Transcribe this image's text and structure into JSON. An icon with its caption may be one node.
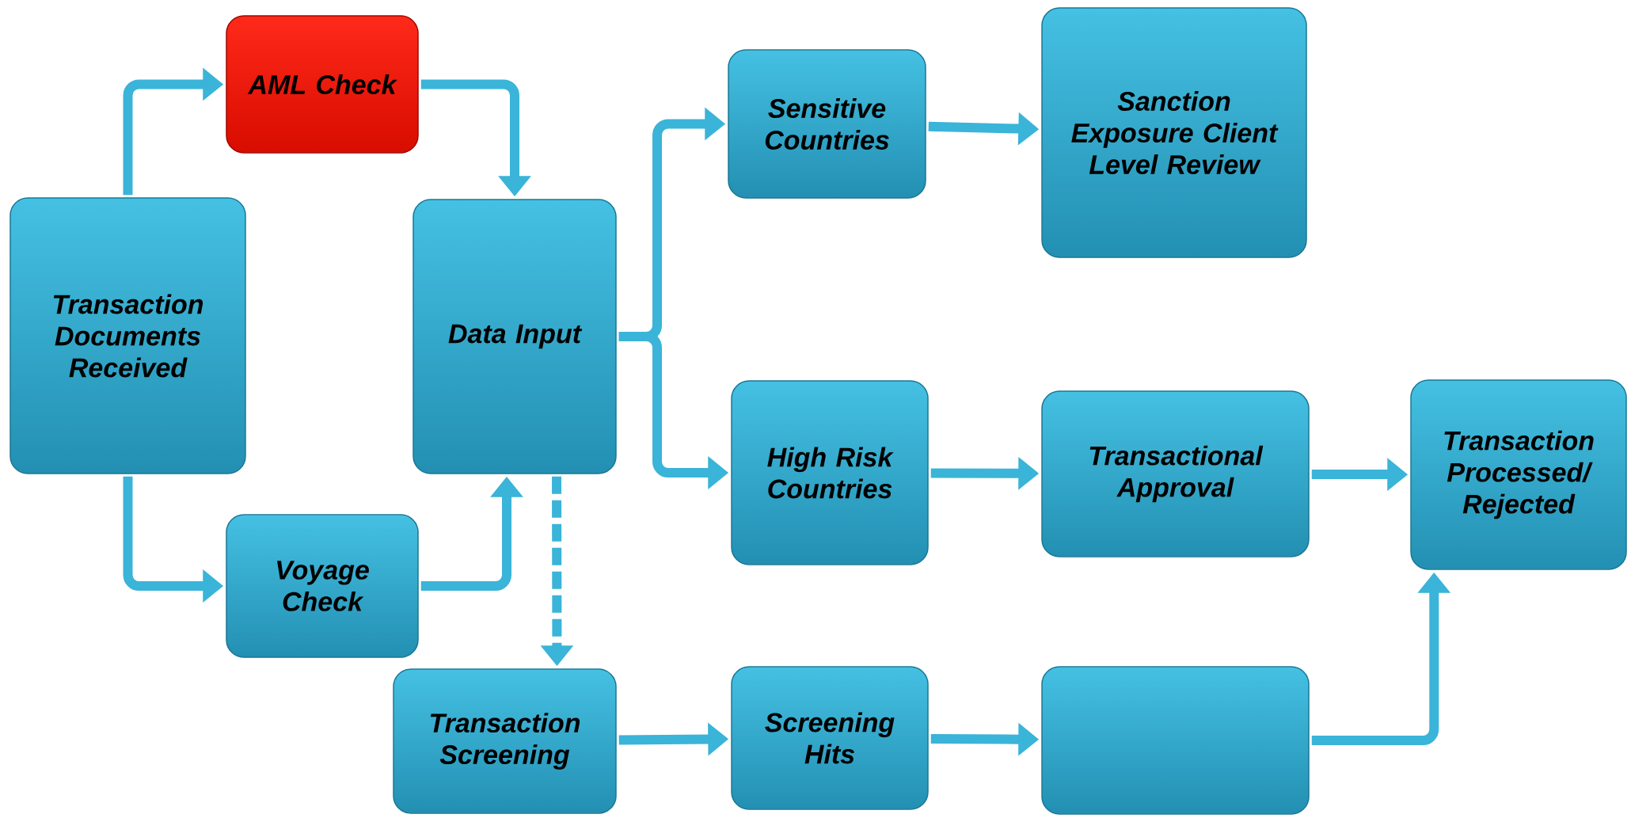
{
  "diagram": {
    "nodes": [
      {
        "text": [
          "Transaction Documents Received"
        ]
      },
      {
        "text": [
          "AML Check"
        ]
      },
      {
        "text": [
          "Voyage Check"
        ]
      },
      {
        "text": [
          "Data Input"
        ]
      },
      {
        "text": [
          "Sensitive Countries"
        ]
      },
      {
        "text": [
          "Sanction Exposure Client Level Review"
        ]
      },
      {
        "text": [
          "High Risk Countries"
        ]
      },
      {
        "text": [
          "Transactional Approval"
        ]
      },
      {
        "text": [
          "Transaction Processed/ Rejected"
        ]
      },
      {
        "text": [
          "Transaction Screening"
        ]
      },
      {
        "text": [
          "Screening Hits"
        ]
      },
      {
        "text": [],
        "shape": "box"
      }
    ],
    "edges": [
      {
        "from": 0,
        "to": 1,
        "arrow": "to"
      },
      {
        "from": 1,
        "to": 3,
        "arrow": "to"
      },
      {
        "from": 0,
        "to": 2,
        "arrow": "to"
      },
      {
        "from": 2,
        "to": 3,
        "arrow": "to"
      },
      {
        "from": 3,
        "to": 4,
        "arrow": "to"
      },
      {
        "from": 3,
        "to": 6,
        "arrow": "to"
      },
      {
        "from": 3,
        "to": 9,
        "arrow": "to",
        "style": "dashed"
      },
      {
        "from": 4,
        "to": 5,
        "arrow": "to"
      },
      {
        "from": 6,
        "to": 7,
        "arrow": "to"
      },
      {
        "from": 7,
        "to": 8,
        "arrow": "to"
      },
      {
        "from": 9,
        "to": 10,
        "arrow": "to"
      },
      {
        "from": 10,
        "to": 11,
        "arrow": "to"
      },
      {
        "from": 11,
        "to": 8,
        "arrow": "to"
      }
    ]
  }
}
